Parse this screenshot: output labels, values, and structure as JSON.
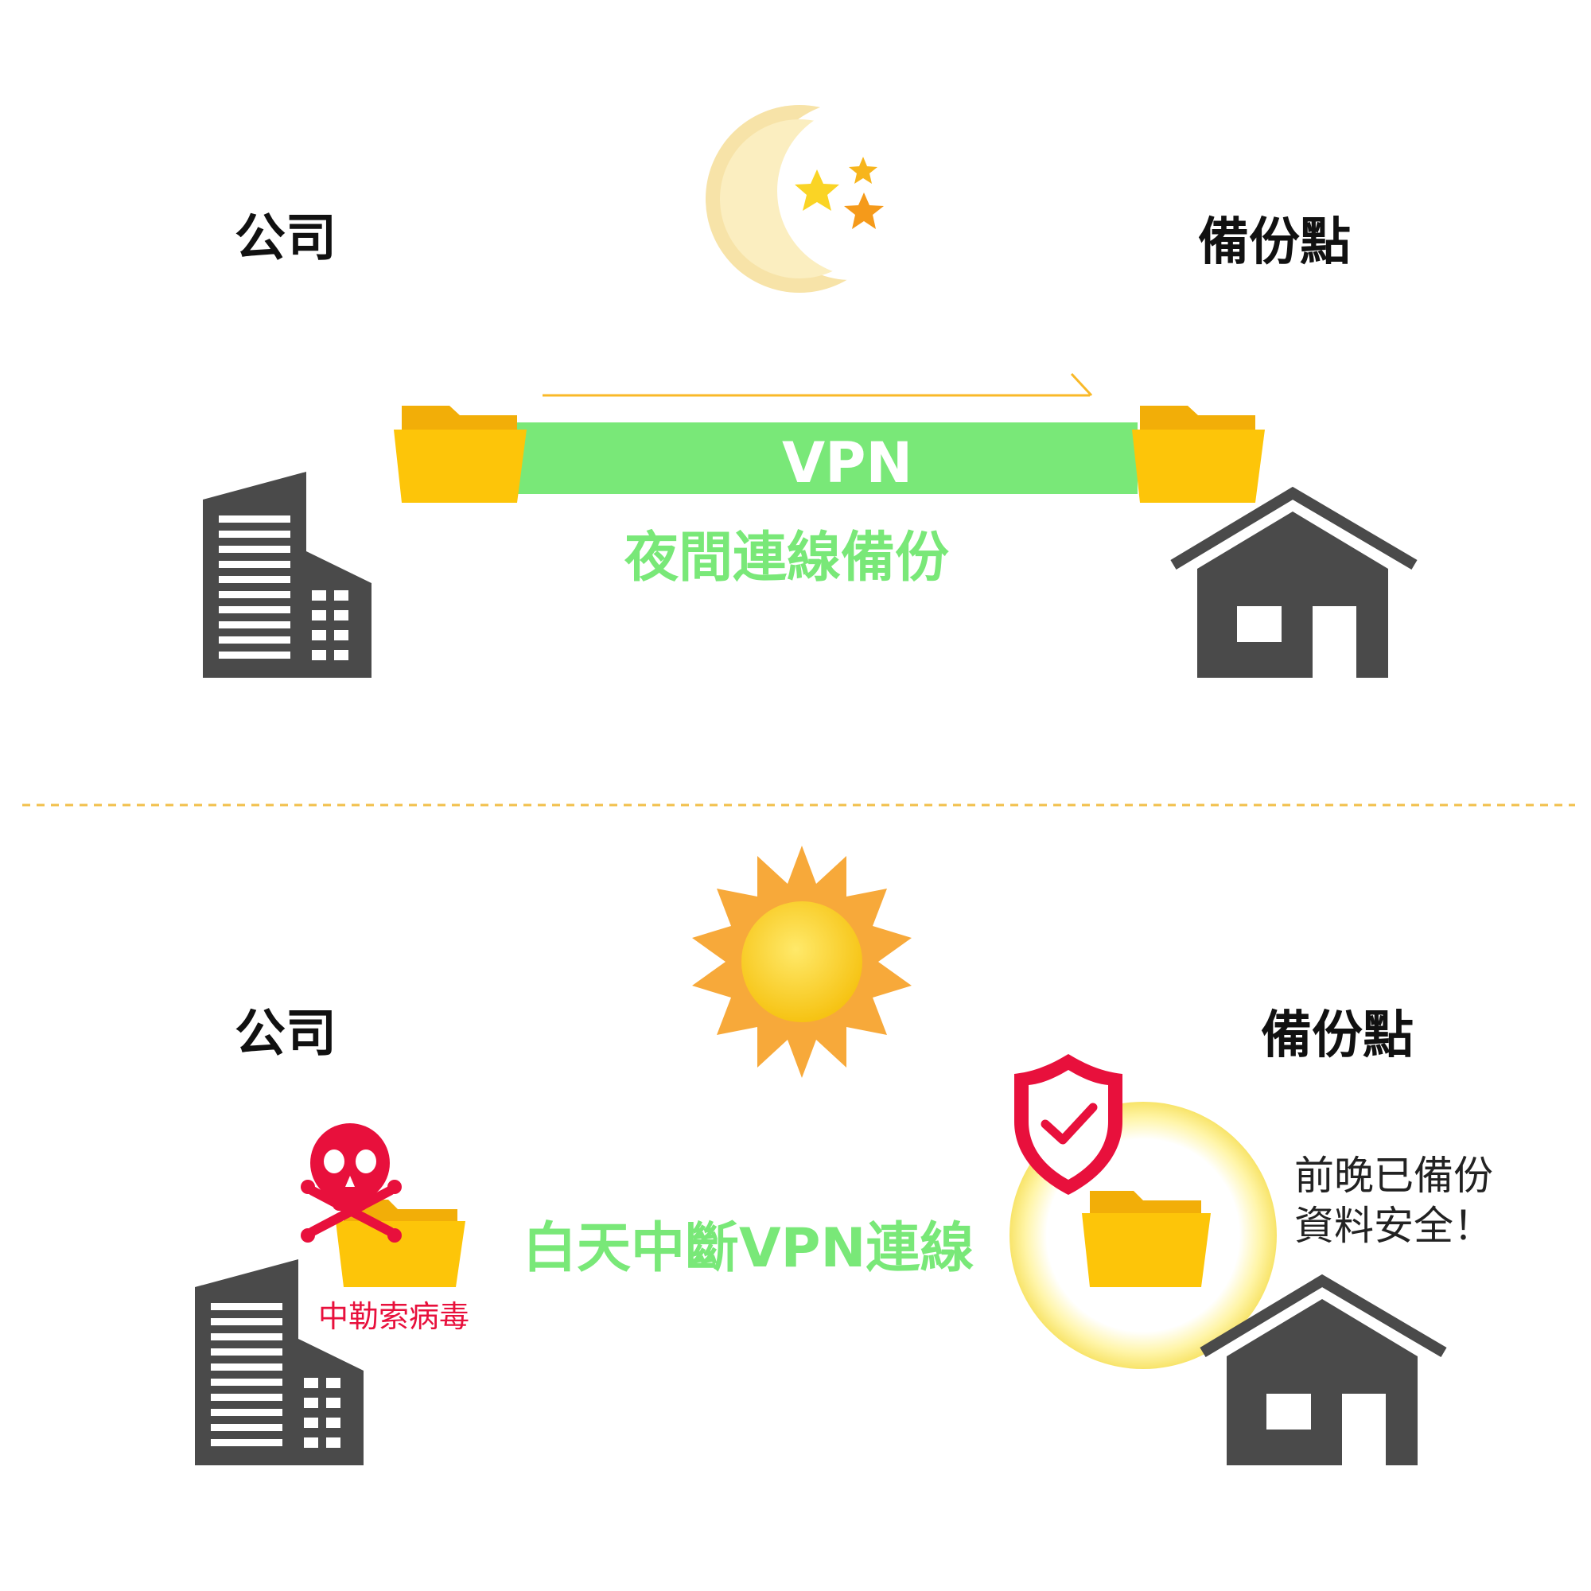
{
  "night": {
    "company_label": "公司",
    "backup_label": "備份點",
    "vpn_label": "VPN",
    "caption": "夜間連線備份",
    "icons": [
      "moon-stars-icon",
      "folder-icon",
      "office-building-icon",
      "house-icon",
      "arrow-right-icon"
    ]
  },
  "day": {
    "company_label": "公司",
    "backup_label": "備份點",
    "caption": "白天中斷VPN連線",
    "virus_label": "中勒索病毒",
    "safe_line1": "前晚已備份",
    "safe_line2": "資料安全！",
    "icons": [
      "sun-icon",
      "skull-crossbones-icon",
      "shield-check-icon",
      "folder-icon",
      "office-building-icon",
      "house-icon"
    ]
  },
  "colors": {
    "vpn_bar": "#79e878",
    "folder": "#fdc509",
    "building": "#4a4a4a",
    "danger": "#e8103c",
    "divider": "#f2c04c",
    "sun": "#f7a93a"
  }
}
